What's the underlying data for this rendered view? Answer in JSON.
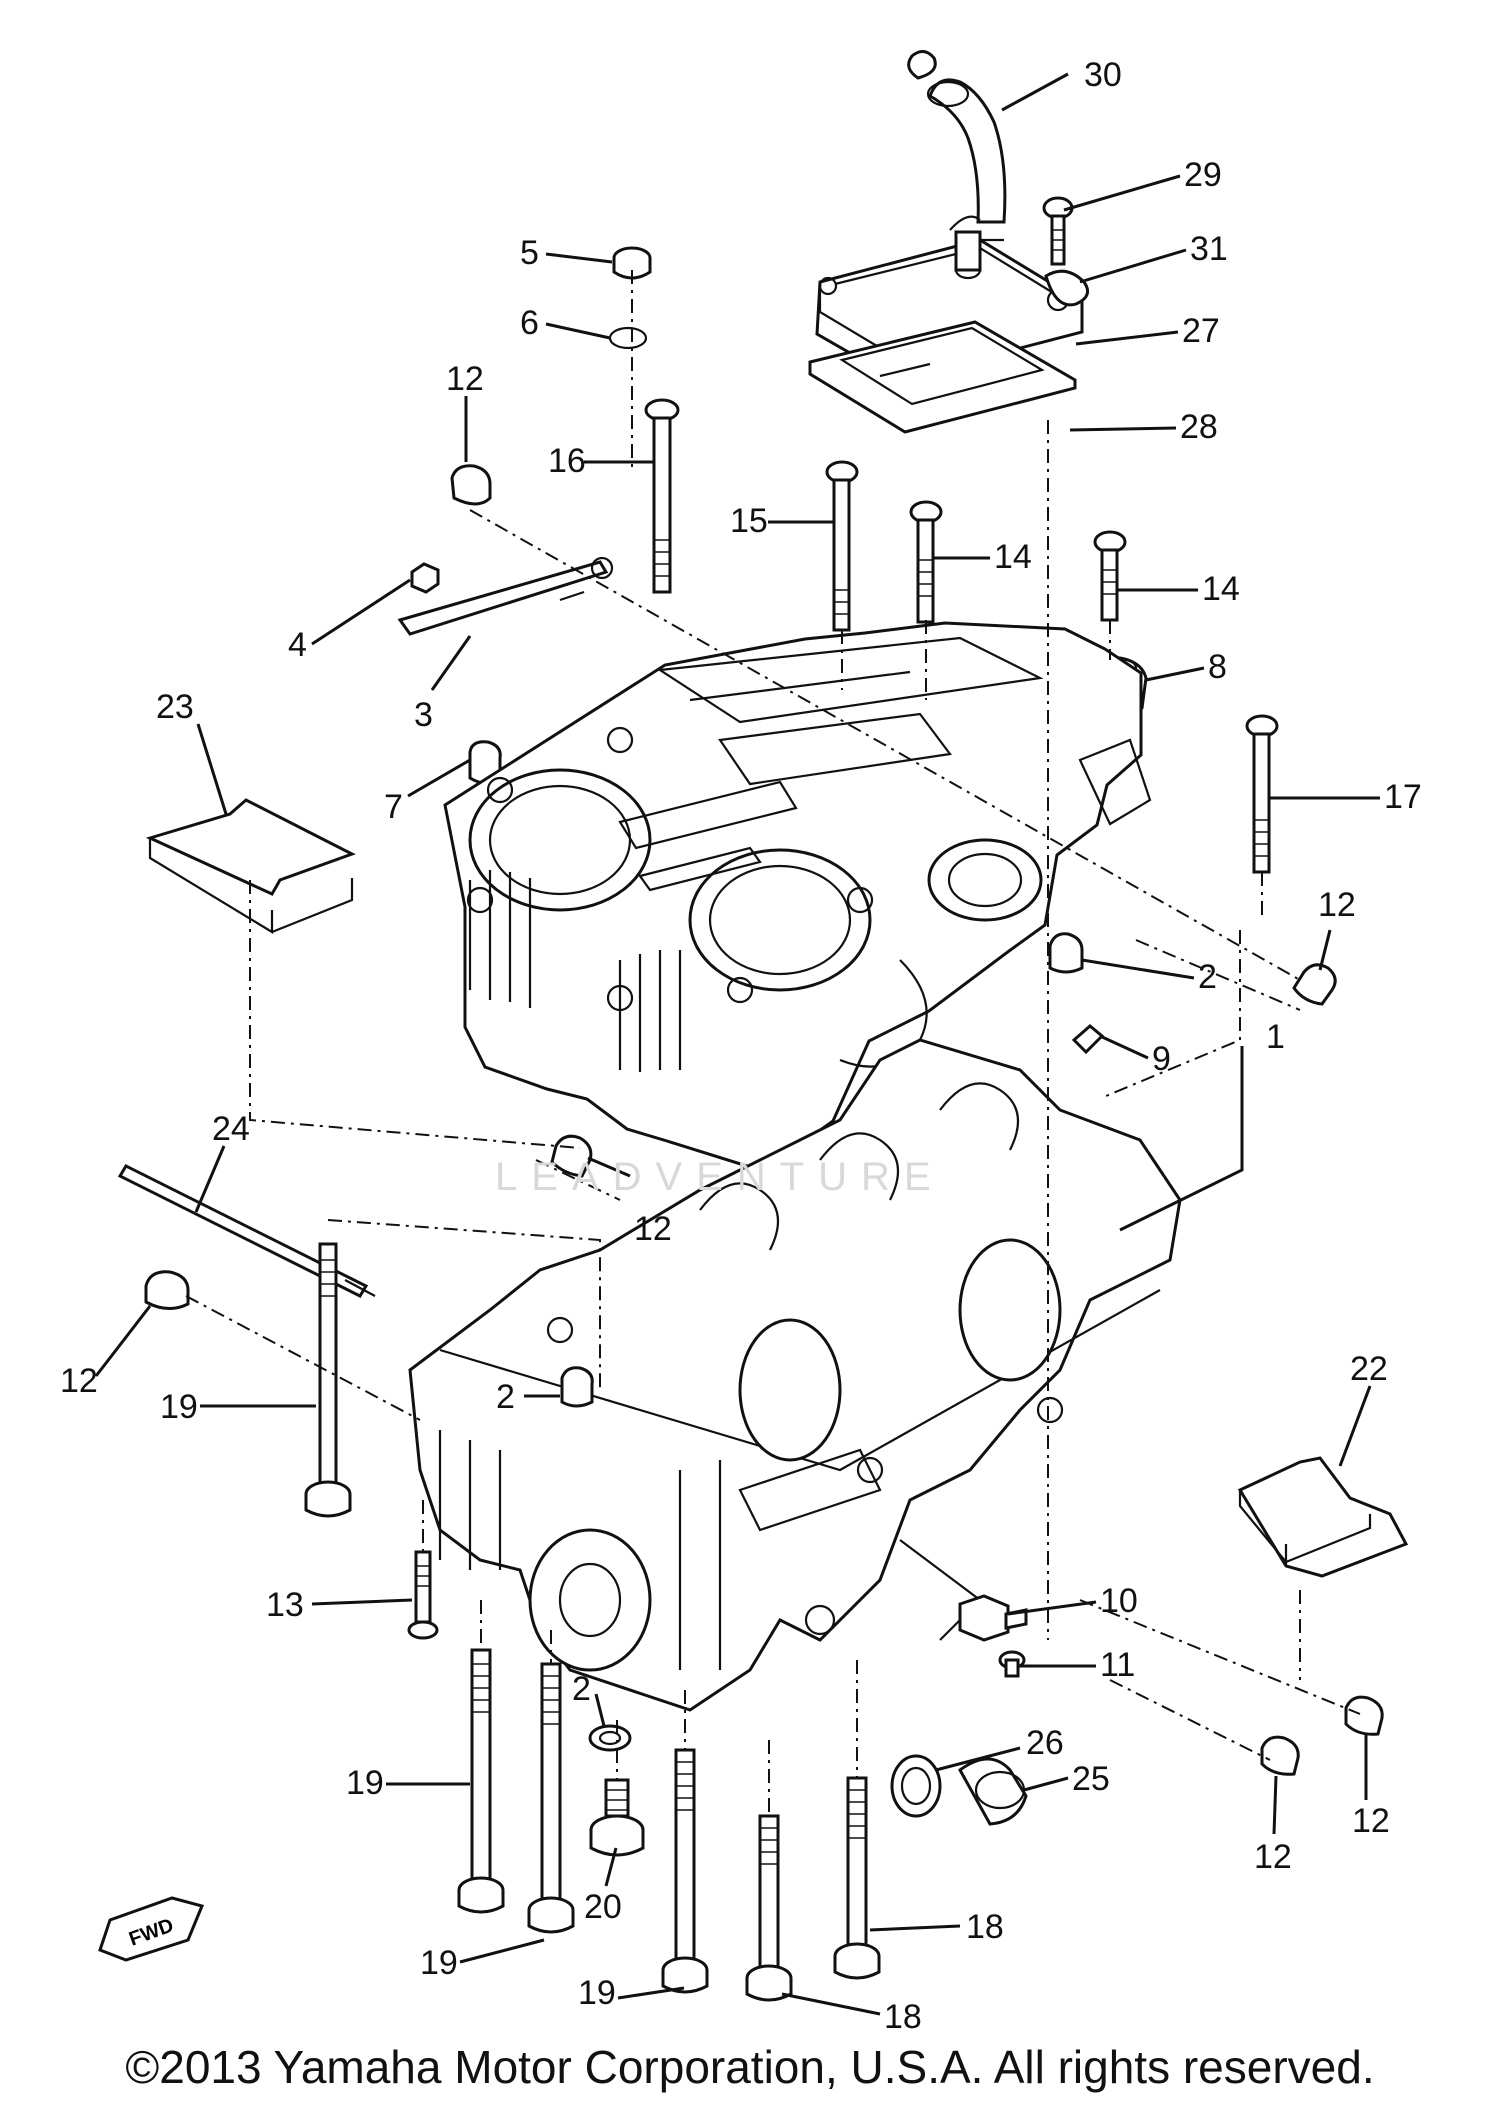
{
  "diagram": {
    "callouts": [
      {
        "id": "c30",
        "text": "30"
      },
      {
        "id": "c29",
        "text": "29"
      },
      {
        "id": "c31",
        "text": "31"
      },
      {
        "id": "c27",
        "text": "27"
      },
      {
        "id": "c28",
        "text": "28"
      },
      {
        "id": "c5",
        "text": "5"
      },
      {
        "id": "c6",
        "text": "6"
      },
      {
        "id": "c12a",
        "text": "12"
      },
      {
        "id": "c16",
        "text": "16"
      },
      {
        "id": "c15",
        "text": "15"
      },
      {
        "id": "c14a",
        "text": "14"
      },
      {
        "id": "c14b",
        "text": "14"
      },
      {
        "id": "c4",
        "text": "4"
      },
      {
        "id": "c3",
        "text": "3"
      },
      {
        "id": "c8",
        "text": "8"
      },
      {
        "id": "c23",
        "text": "23"
      },
      {
        "id": "c7",
        "text": "7"
      },
      {
        "id": "c17",
        "text": "17"
      },
      {
        "id": "c12b",
        "text": "12"
      },
      {
        "id": "c2a",
        "text": "2"
      },
      {
        "id": "c9",
        "text": "9"
      },
      {
        "id": "c1",
        "text": "1"
      },
      {
        "id": "c24",
        "text": "24"
      },
      {
        "id": "c12c",
        "text": "12"
      },
      {
        "id": "c12d",
        "text": "12"
      },
      {
        "id": "c19a",
        "text": "19"
      },
      {
        "id": "c2b",
        "text": "2"
      },
      {
        "id": "c22",
        "text": "22"
      },
      {
        "id": "c13",
        "text": "13"
      },
      {
        "id": "c10",
        "text": "10"
      },
      {
        "id": "c11",
        "text": "11"
      },
      {
        "id": "c26",
        "text": "26"
      },
      {
        "id": "c25",
        "text": "25"
      },
      {
        "id": "c2c",
        "text": "2"
      },
      {
        "id": "c19b",
        "text": "19"
      },
      {
        "id": "c12e",
        "text": "12"
      },
      {
        "id": "c12f",
        "text": "12"
      },
      {
        "id": "c20",
        "text": "20"
      },
      {
        "id": "c18a",
        "text": "18"
      },
      {
        "id": "c19c",
        "text": "19"
      },
      {
        "id": "c19d",
        "text": "19"
      },
      {
        "id": "c18b",
        "text": "18"
      }
    ],
    "fwd_mark": "FWD",
    "watermark": "LEADVENTURE"
  },
  "footer": {
    "copyright": "©2013 Yamaha Motor Corporation, U.S.A. All rights reserved."
  }
}
